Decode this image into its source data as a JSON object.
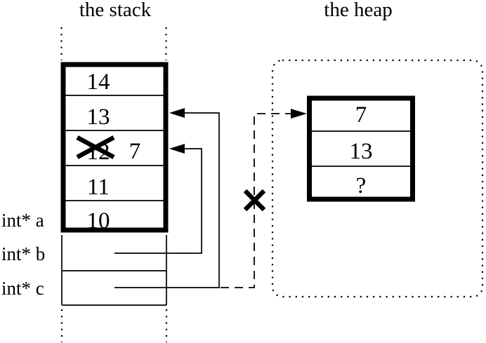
{
  "colors": {
    "ink": "#000000",
    "paper": "#ffffff"
  },
  "titles": {
    "stack": "the stack",
    "heap": "the heap"
  },
  "stack": {
    "cell_values": [
      "14",
      "13",
      "12",
      "11",
      "10"
    ],
    "crossed_out_index": 2,
    "overwrite_value": "7"
  },
  "variables": {
    "a": "int* a",
    "b": "int* b",
    "c": "int* c"
  },
  "heap": {
    "cell_values": [
      "7",
      "13",
      "?"
    ]
  }
}
